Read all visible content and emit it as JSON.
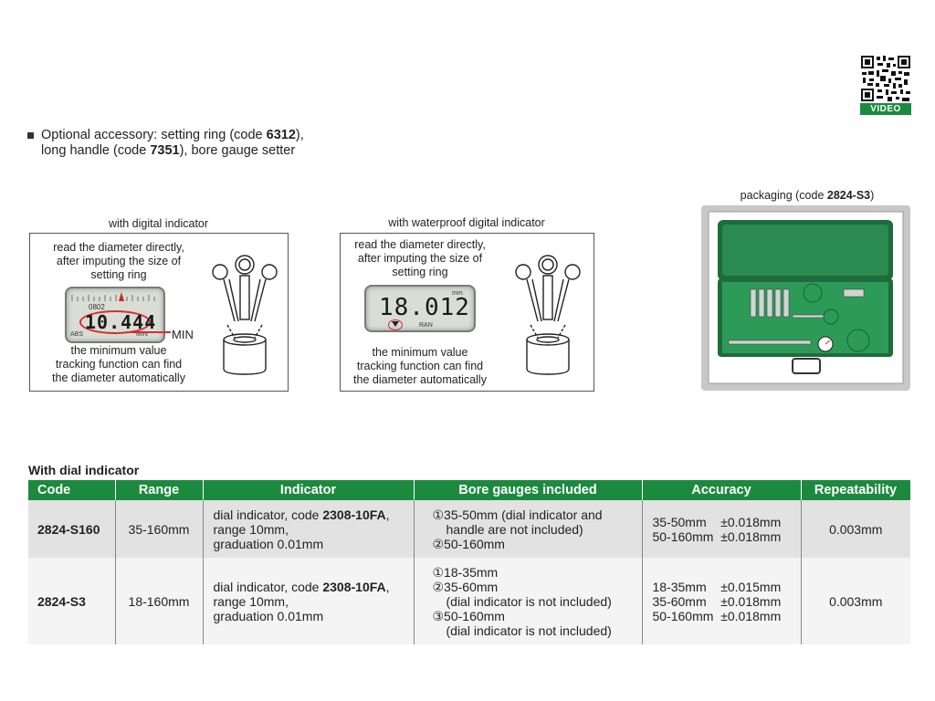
{
  "qr": {
    "label": "VIDEO"
  },
  "accessory": {
    "line1_prefix": "Optional accessory: setting ring (code ",
    "line1_code": "6312",
    "line1_suffix": "),",
    "line2_prefix": "long handle (code ",
    "line2_code": "7351",
    "line2_suffix": "), bore gauge setter"
  },
  "panel_digital": {
    "caption": "with digital indicator",
    "note_top": [
      "read the diameter directly,",
      "after imputing the size of",
      "setting ring"
    ],
    "lcd_main": "10.444",
    "lcd_sub": "0802",
    "lcd_abs": "ABS",
    "lcd_min_small": "MIN",
    "min_label": "MIN",
    "note_bottom": [
      "the minimum value",
      "tracking function can find",
      "the diameter automatically"
    ]
  },
  "panel_waterproof": {
    "caption": "with waterproof digital indicator",
    "note_top": [
      "read the diameter directly,",
      "after imputing the size of",
      "setting ring"
    ],
    "lcd_main": "18.012",
    "lcd_unit": "mm",
    "lcd_ran": "RAN",
    "note_bottom": [
      "the minimum value",
      "tracking function can find",
      "the diameter automatically"
    ]
  },
  "packaging": {
    "caption_prefix": "packaging (code ",
    "caption_code": "2824-S3",
    "caption_suffix": ")"
  },
  "table": {
    "title": "With dial indicator",
    "headers": [
      "Code",
      "Range",
      "Indicator",
      "Bore gauges included",
      "Accuracy",
      "Repeatability"
    ],
    "rows": [
      {
        "code": "2824-S160",
        "range": "35-160mm",
        "indicator_prefix": "dial indicator, code ",
        "indicator_code": "2308-10FA",
        "indicator_suffix": ",",
        "indicator_lines": [
          "range 10mm,",
          "graduation 0.01mm"
        ],
        "bore": [
          "①35-50mm (dial indicator and",
          "handle are not included)",
          "②50-160mm"
        ],
        "accuracy": [
          "35-50mm    ±0.018mm",
          "50-160mm  ±0.018mm"
        ],
        "repeatability": "0.003mm"
      },
      {
        "code": "2824-S3",
        "range": "18-160mm",
        "indicator_prefix": "dial indicator, code ",
        "indicator_code": "2308-10FA",
        "indicator_suffix": ",",
        "indicator_lines": [
          "range 10mm,",
          "graduation 0.01mm"
        ],
        "bore": [
          "①18-35mm",
          "②35-60mm",
          "(dial indicator is not included)",
          "③50-160mm",
          "(dial indicator is not included)"
        ],
        "accuracy": [
          "18-35mm    ±0.015mm",
          "35-60mm    ±0.018mm",
          "50-160mm  ±0.018mm"
        ],
        "repeatability": "0.003mm"
      }
    ]
  }
}
